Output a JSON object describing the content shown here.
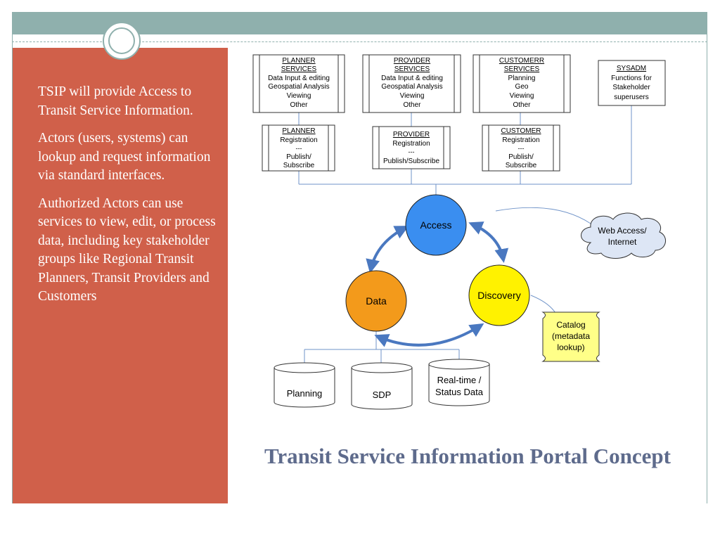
{
  "side_panel": {
    "paragraphs": [
      "TSIP will provide Access to Transit Service Information.",
      "Actors (users, systems) can lookup and request information via standard interfaces.",
      "Authorized Actors can use services to view, edit, or process  data, including key stakeholder groups like Regional Transit Planners, Transit Providers and Customers"
    ]
  },
  "title": "Transit Service Information Portal Concept",
  "diagram": {
    "services": [
      {
        "heading": "PLANNER",
        "heading2": "SERVICES",
        "lines": [
          "Data Input & editing",
          "Geospatial Analysis",
          "Viewing",
          "Other"
        ]
      },
      {
        "heading": "PROVIDER",
        "heading2": "SERVICES",
        "lines": [
          "Data Input & editing",
          "Geospatial Analysis",
          "Viewing",
          "Other"
        ]
      },
      {
        "heading": "CUSTOMERR",
        "heading2": "SERVICES",
        "lines": [
          "Planning",
          "Geo",
          "Viewing",
          "Other"
        ]
      },
      {
        "heading": "SYSADM",
        "lines": [
          "Functions for",
          "Stakeholder",
          "superusers"
        ]
      }
    ],
    "registrations": [
      {
        "heading": "PLANNER",
        "lines": [
          "Registration",
          "---",
          "Publish/",
          "Subscribe"
        ]
      },
      {
        "heading": "PROVIDER",
        "lines": [
          "Registration",
          "---",
          "Publish/Subscribe"
        ]
      },
      {
        "heading": "CUSTOMER",
        "lines": [
          "Registration",
          "---",
          "Publish/",
          "Subscribe"
        ]
      }
    ],
    "nodes": {
      "access": {
        "label": "Access",
        "color": "#3a8ef0"
      },
      "data": {
        "label": "Data",
        "color": "#f39a1b"
      },
      "discovery": {
        "label": "Discovery",
        "color": "#fff200"
      }
    },
    "cloud": {
      "lines": [
        "Web Access/",
        "Internet"
      ]
    },
    "catalog": {
      "lines": [
        "Catalog",
        "(metadata",
        "lookup)"
      ],
      "color": "#ffff88"
    },
    "databases": [
      {
        "lines": [
          "Planning"
        ]
      },
      {
        "lines": [
          "SDP"
        ]
      },
      {
        "lines": [
          "Real-time /",
          "Status Data"
        ]
      }
    ]
  }
}
